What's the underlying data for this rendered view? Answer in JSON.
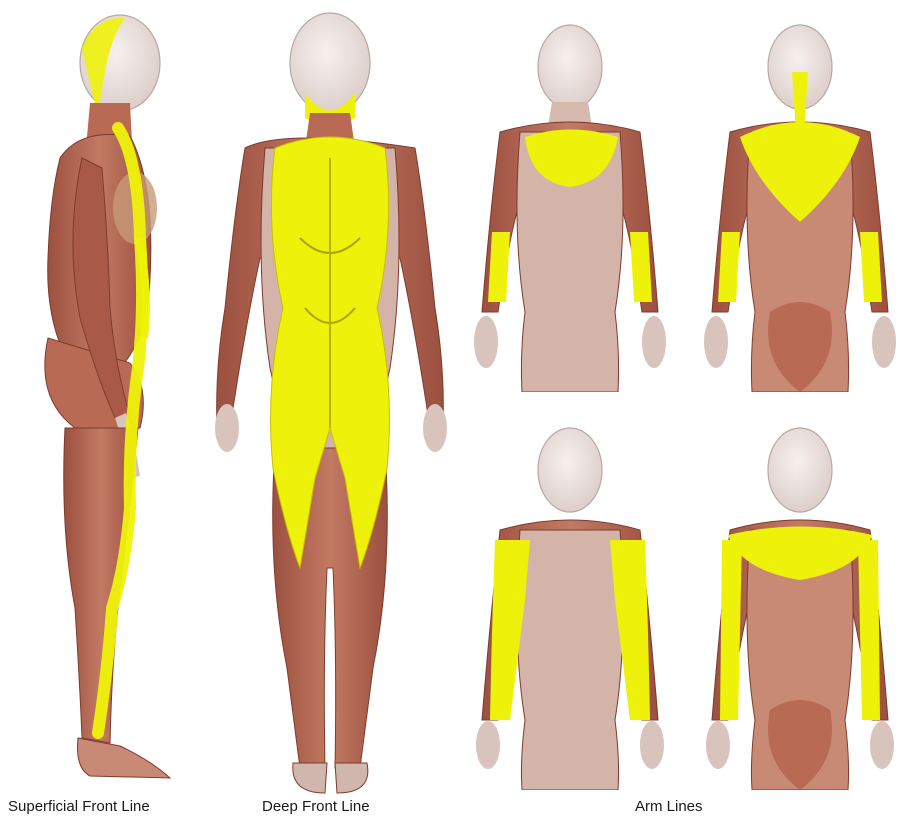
{
  "captions": {
    "superficial": "Superficial Front Line",
    "deep": "Deep Front Line",
    "arm": "Arm Lines"
  },
  "colors": {
    "background": "#ffffff",
    "muscle": "#b86a55",
    "muscle_dark": "#8e4636",
    "skin": "#ead6cf",
    "head": "#eee6e3",
    "fascia_highlight": "#eef20a",
    "text": "#1a1a1a"
  },
  "figures": [
    {
      "name": "superficial-front-line-figure",
      "view": "side"
    },
    {
      "name": "deep-front-line-figure",
      "view": "front"
    },
    {
      "name": "arm-line-front-top-figure",
      "view": "front"
    },
    {
      "name": "arm-line-back-top-figure",
      "view": "back"
    },
    {
      "name": "arm-line-front-bottom-figure",
      "view": "front"
    },
    {
      "name": "arm-line-back-bottom-figure",
      "view": "back"
    }
  ]
}
